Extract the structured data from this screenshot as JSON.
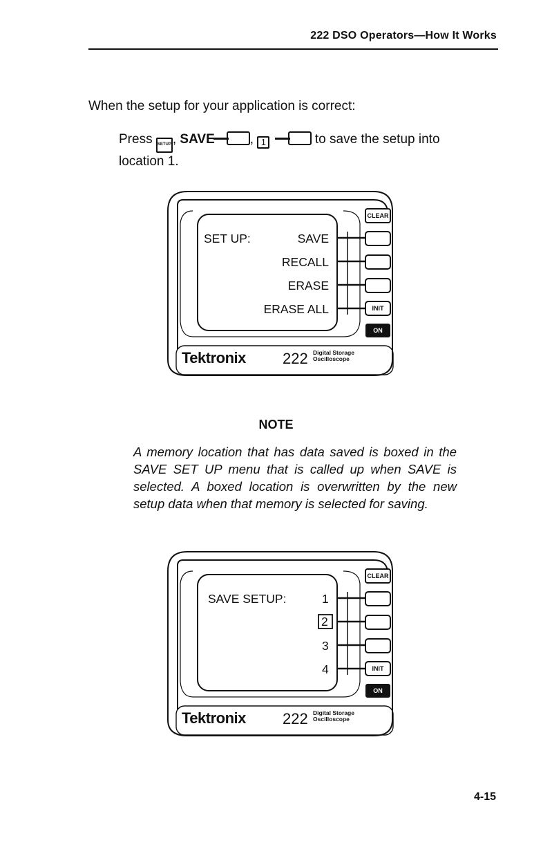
{
  "header": {
    "title": "222 DSO Operators—How It Works"
  },
  "intro": {
    "text": "When the setup for your application is correct:"
  },
  "instruction": {
    "press": "Press",
    "setup_key": "SETUP",
    "comma1": ",",
    "save": "SAVE",
    "comma2": ",",
    "one_key": "1",
    "rest": " to save the setup into",
    "line2": "location 1."
  },
  "scope1": {
    "menu_title": "SET UP:",
    "items": [
      "SAVE",
      "RECALL",
      "ERASE",
      "ERASE ALL"
    ],
    "clear_label": "CLEAR",
    "init_label": "INIT",
    "on_label": "ON",
    "brand": "Tektronix",
    "model": "222",
    "model_desc_line1": "Digital Storage",
    "model_desc_line2": "Oscilloscope"
  },
  "note": {
    "title": "NOTE",
    "body": "A memory location that has data saved is boxed in the SAVE SET UP menu that is called up when SAVE is selected. A boxed location is overwritten by the new setup data when that memory is selected for saving."
  },
  "scope2": {
    "menu_title": "SAVE SETUP:",
    "items": [
      "1",
      "2",
      "3",
      "4"
    ],
    "boxed_item": "2",
    "clear_label": "CLEAR",
    "init_label": "INIT",
    "on_label": "ON",
    "brand": "Tektronix",
    "model": "222",
    "model_desc_line1": "Digital Storage",
    "model_desc_line2": "Oscilloscope"
  },
  "footer": {
    "page_number": "4-15"
  }
}
